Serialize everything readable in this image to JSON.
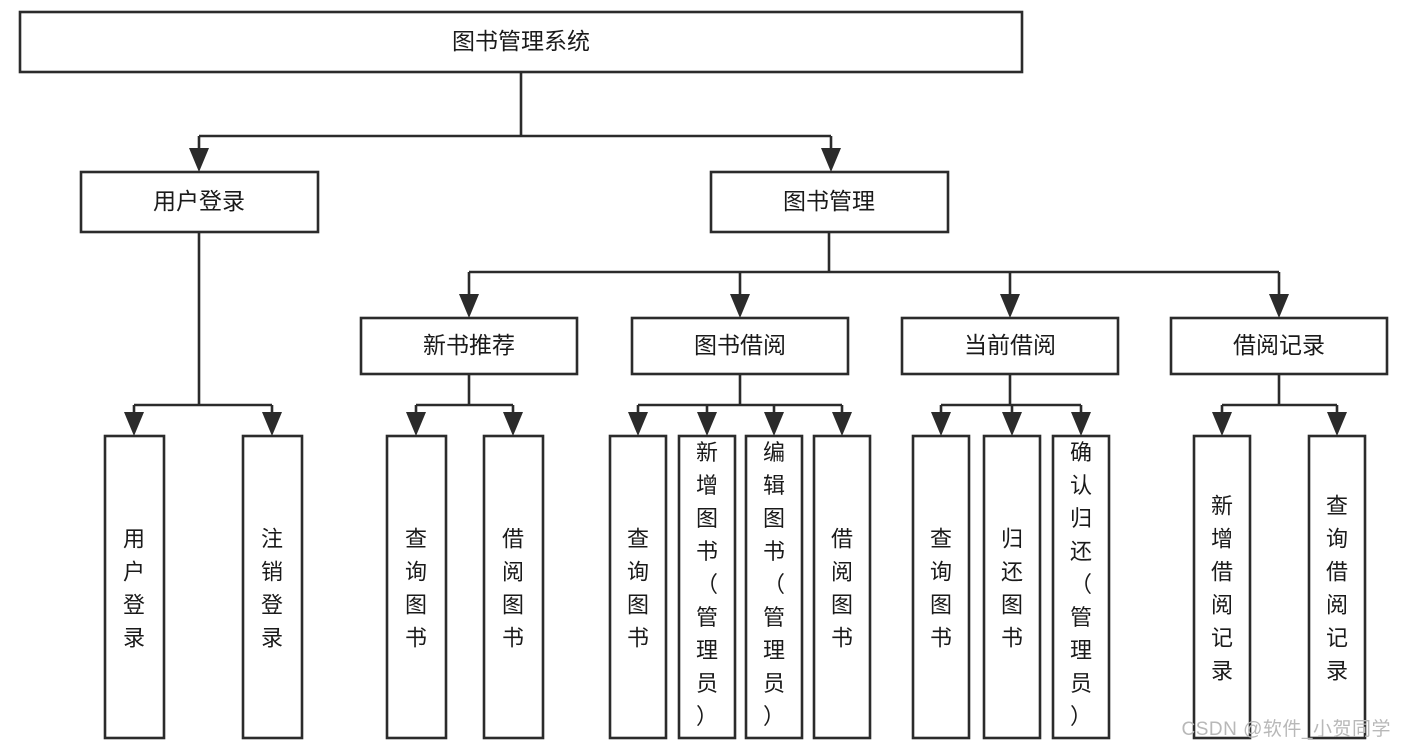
{
  "diagram": {
    "type": "tree",
    "title": "图书管理系统",
    "orientation": "top-down",
    "watermark": "CSDN @软件_小贺同学",
    "colors": {
      "stroke": "#2b2b2b",
      "fill": "#ffffff",
      "text": "#1a1a1a",
      "watermark": "#b8b8b8",
      "background": "#ffffff"
    },
    "root": {
      "label": "图书管理系统"
    },
    "level2": [
      {
        "label": "用户登录"
      },
      {
        "label": "图书管理"
      }
    ],
    "level3": [
      {
        "label": "新书推荐"
      },
      {
        "label": "图书借阅"
      },
      {
        "label": "当前借阅"
      },
      {
        "label": "借阅记录"
      }
    ],
    "leaves": {
      "user_login": [
        {
          "label": "用户登录"
        },
        {
          "label": "注销登录"
        }
      ],
      "new_book_recommend": [
        {
          "label": "查询图书"
        },
        {
          "label": "借阅图书"
        }
      ],
      "book_borrow": [
        {
          "label": "查询图书"
        },
        {
          "label": "新增图书（管理员）"
        },
        {
          "label": "编辑图书（管理员）"
        },
        {
          "label": "借阅图书"
        }
      ],
      "current_borrow": [
        {
          "label": "查询图书"
        },
        {
          "label": "归还图书"
        },
        {
          "label": "确认归还（管理员）"
        }
      ],
      "borrow_record": [
        {
          "label": "新增借阅记录"
        },
        {
          "label": "查询借阅记录"
        }
      ]
    }
  }
}
